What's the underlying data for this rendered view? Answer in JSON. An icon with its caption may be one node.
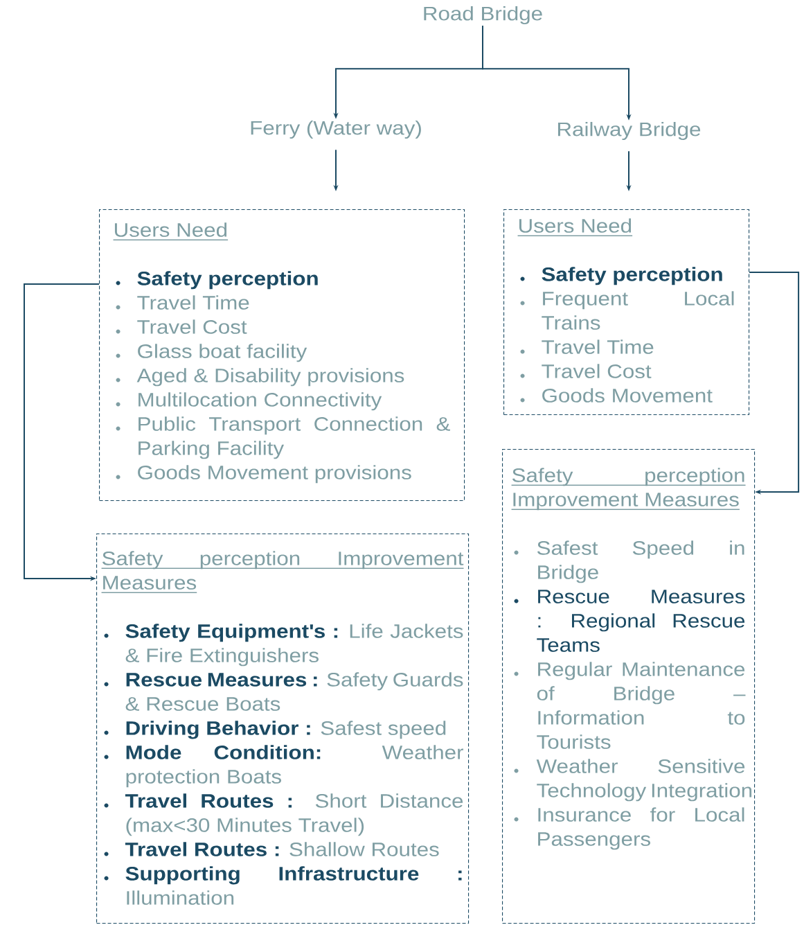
{
  "diagram": {
    "nodes": [
      {
        "text": [
          "Road Bridge"
        ]
      },
      {
        "text": [
          "Ferry (Water way)"
        ]
      },
      {
        "text": [
          "Railway Bridge"
        ]
      },
      {
        "text": [
          "Users Need",
          "**Safety perception**",
          "Travel Time",
          "Travel Cost",
          "Glass boat facility",
          "Aged & Disability provisions",
          "Multilocation Connectivity",
          "Public Transport Connection & Parking Facility",
          "Goods Movement provisions"
        ]
      },
      {
        "text": [
          "Users Need",
          "**Safety perception**",
          "Frequent Local Trains",
          "Travel Time",
          "Travel Cost",
          "Goods Movement"
        ]
      },
      {
        "text": [
          "Safety perception Improvement Measures",
          "**Safety Equipment's :** Life Jackets & Fire Extinguishers",
          "**Rescue Measures :** Safety Guards & Rescue Boats",
          "**Driving Behavior :** Safest speed",
          "**Mode Condition:** Weather protection Boats",
          "**Travel Routes :** Short Distance (max<30 Minutes Travel)",
          "**Travel Routes :** Shallow Routes",
          "**Supporting Infrastructure :** Illumination"
        ]
      },
      {
        "text": [
          "Safety perception Improvement Measures",
          "Safest Speed in Bridge",
          "Rescue Measures : Regional Rescue Teams",
          "Regular Maintenance of Bridge – Information to Tourists",
          "Weather Sensitive Technology Integration",
          "Insurance for Local Passengers"
        ]
      }
    ],
    "edges": [
      {
        "from": 0,
        "to": 1,
        "arrow": "to"
      },
      {
        "from": 0,
        "to": 2,
        "arrow": "to"
      },
      {
        "from": 1,
        "to": 3,
        "arrow": "to"
      },
      {
        "from": 2,
        "to": 4,
        "arrow": "to"
      },
      {
        "from": 3,
        "to": 5,
        "arrow": "to"
      },
      {
        "from": 4,
        "to": 6,
        "arrow": "to"
      }
    ]
  }
}
